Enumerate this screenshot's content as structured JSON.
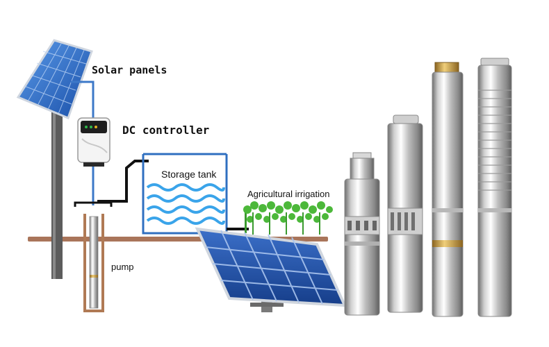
{
  "labels": {
    "solar_panels": "Solar panels",
    "dc_controller": "DC controller",
    "storage_tank": "Storage tank",
    "agricultural_irrigation": "Agricultural irrigation",
    "pump": "pump"
  },
  "colors": {
    "ground": "#a9755a",
    "panel_blue": "#1f5fb8",
    "panel_light": "#4f8fe0",
    "water_wave": "#3aa4ea",
    "tank_outline": "#2f6fc0",
    "pipe_black": "#111111",
    "wire_blue": "#3c78c8",
    "steel_light": "#f2f2f2",
    "steel_dark": "#7a7a7a",
    "brass": "#c89a4a",
    "plant_green": "#4cb83a"
  },
  "icons": {
    "solar_panel_small": "solar-panel-icon",
    "solar_panel_large": "solar-panel-icon",
    "controller": "controller-icon",
    "tank": "water-tank-icon",
    "plants": "crop-plants-icon",
    "pumps": "submersible-pump-icon"
  }
}
